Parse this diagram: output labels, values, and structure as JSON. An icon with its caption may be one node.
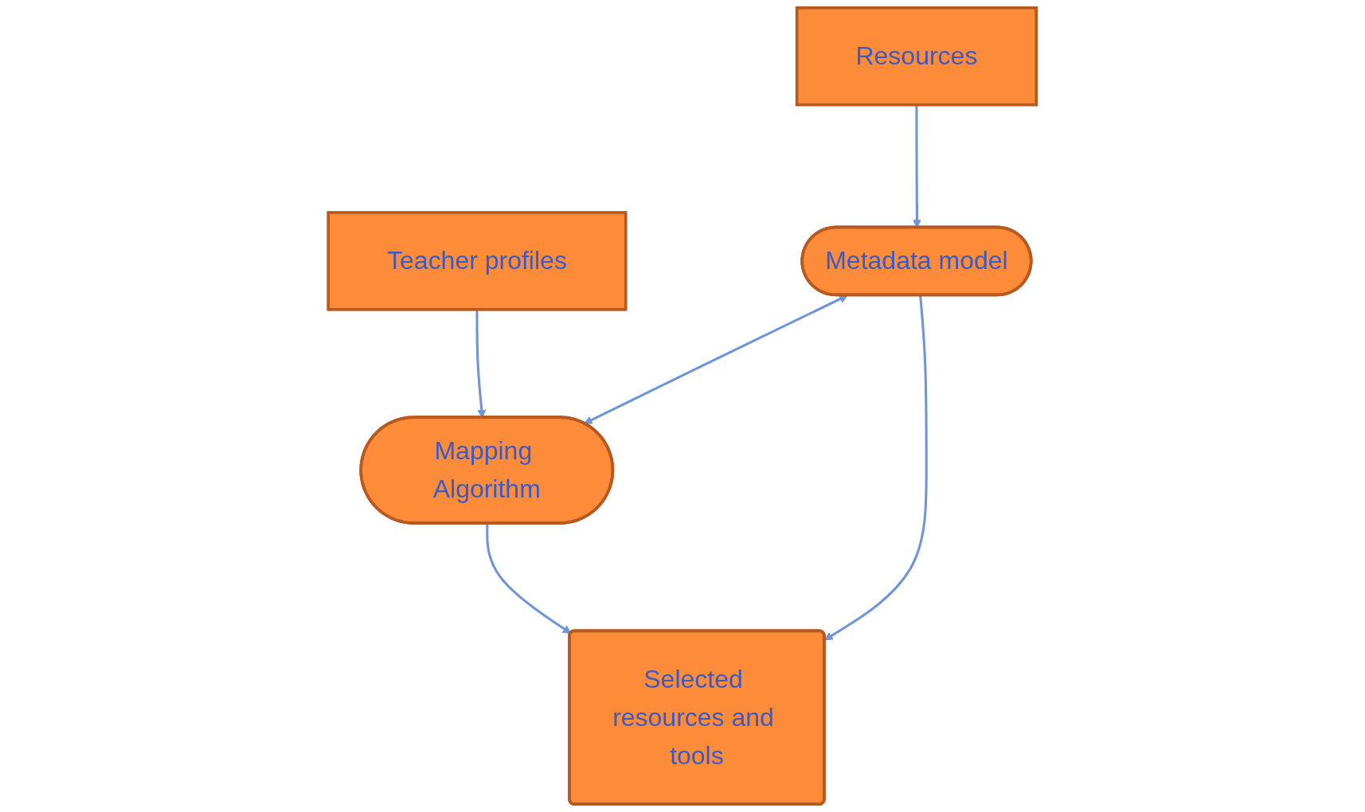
{
  "diagram": {
    "nodes": [
      {
        "text": [
          "Resources"
        ]
      },
      {
        "text": [
          "Teacher profiles"
        ]
      },
      {
        "text": [
          "Metadata model"
        ]
      },
      {
        "text": [
          "Mapping Algorithm"
        ]
      },
      {
        "text": [
          "Selected resources and tools"
        ]
      }
    ],
    "edges": [
      {
        "from": 0,
        "to": 2,
        "arrow": "to"
      },
      {
        "from": 1,
        "to": 3,
        "arrow": "to"
      },
      {
        "from": 2,
        "to": 3,
        "arrow": "both"
      },
      {
        "from": 2,
        "to": 4,
        "arrow": "to"
      },
      {
        "from": 3,
        "to": 4,
        "arrow": "to"
      }
    ]
  }
}
